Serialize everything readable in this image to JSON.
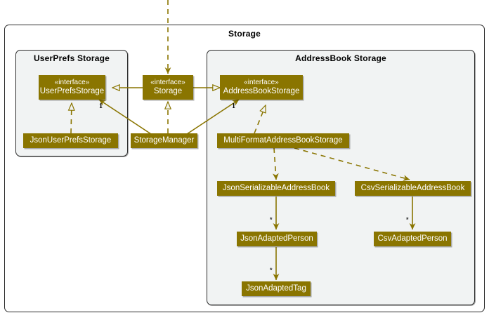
{
  "diagram": {
    "type": "uml-class-diagram",
    "colors": {
      "class_fill": "#8a7500",
      "class_text": "#ffffff",
      "edge": "#8a7500",
      "package_inner_fill": "#f1f3f3",
      "package_outer_fill": "#ffffff",
      "border": "#2b2b2b",
      "label_text": "#000000"
    }
  },
  "packages": {
    "outer": {
      "title": "Storage"
    },
    "user_prefs": {
      "title": "UserPrefs Storage"
    },
    "address_book": {
      "title": "AddressBook Storage"
    }
  },
  "classes": [
    {
      "id": "user-prefs-storage",
      "stereotype": "«interface»",
      "name": "UserPrefsStorage"
    },
    {
      "id": "storage",
      "stereotype": "«interface»",
      "name": "Storage"
    },
    {
      "id": "address-book-storage",
      "stereotype": "«interface»",
      "name": "AddressBookStorage"
    },
    {
      "id": "json-user-prefs-storage",
      "stereotype": "",
      "name": "JsonUserPrefsStorage"
    },
    {
      "id": "storage-manager",
      "stereotype": "",
      "name": "StorageManager"
    },
    {
      "id": "multi-format-address-book-storage",
      "stereotype": "",
      "name": "MultiFormatAddressBookStorage"
    },
    {
      "id": "json-serializable-address-book",
      "stereotype": "",
      "name": "JsonSerializableAddressBook"
    },
    {
      "id": "csv-serializable-address-book",
      "stereotype": "",
      "name": "CsvSerializableAddressBook"
    },
    {
      "id": "json-adapted-person",
      "stereotype": "",
      "name": "JsonAdaptedPerson"
    },
    {
      "id": "csv-adapted-person",
      "stereotype": "",
      "name": "CsvAdaptedPerson"
    },
    {
      "id": "json-adapted-tag",
      "stereotype": "",
      "name": "JsonAdaptedTag"
    }
  ],
  "edge_labels": {
    "user_prefs_multiplicity": "1",
    "address_book_multiplicity": "1",
    "json_person_multiplicity": "*",
    "json_tag_multiplicity": "*",
    "csv_person_multiplicity": "*"
  },
  "relationships": [
    {
      "from": "external",
      "to": "storage",
      "kind": "dependency-dashed"
    },
    {
      "from": "storage",
      "to": "user-prefs-storage",
      "kind": "generalization"
    },
    {
      "from": "storage",
      "to": "address-book-storage",
      "kind": "generalization"
    },
    {
      "from": "storage-manager",
      "to": "storage",
      "kind": "realization-dashed"
    },
    {
      "from": "storage-manager",
      "to": "user-prefs-storage",
      "kind": "association",
      "label": "1"
    },
    {
      "from": "storage-manager",
      "to": "address-book-storage",
      "kind": "association",
      "label": "1"
    },
    {
      "from": "json-user-prefs-storage",
      "to": "user-prefs-storage",
      "kind": "realization-dashed"
    },
    {
      "from": "multi-format-address-book-storage",
      "to": "address-book-storage",
      "kind": "realization-dashed"
    },
    {
      "from": "multi-format-address-book-storage",
      "to": "json-serializable-address-book",
      "kind": "dependency-dashed"
    },
    {
      "from": "multi-format-address-book-storage",
      "to": "csv-serializable-address-book",
      "kind": "dependency-dashed"
    },
    {
      "from": "json-serializable-address-book",
      "to": "json-adapted-person",
      "kind": "association",
      "label": "*"
    },
    {
      "from": "json-adapted-person",
      "to": "json-adapted-tag",
      "kind": "association",
      "label": "*"
    },
    {
      "from": "csv-serializable-address-book",
      "to": "csv-adapted-person",
      "kind": "association",
      "label": "*"
    }
  ]
}
